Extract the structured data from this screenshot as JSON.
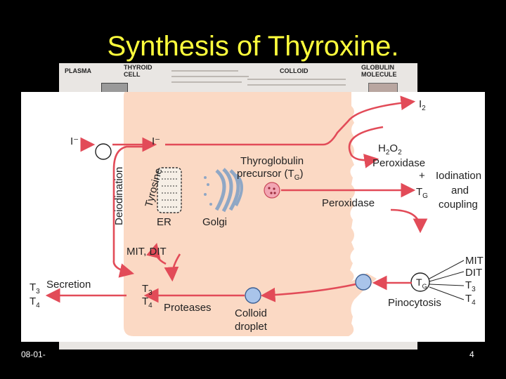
{
  "slide": {
    "title": "Synthesis of Thyroxine.",
    "footer_date": "08-01-",
    "page_number": "4"
  },
  "background_header": {
    "plasma": "PLASMA",
    "thyroid_cell": "THYROID CELL",
    "colloid": "COLLOID",
    "globulin_molecule": "GLOBULIN MOLECULE"
  },
  "diagram": {
    "iodide_left": "I⁻",
    "iodide_right": "I⁻",
    "deiodination": "Deiodination",
    "tyrosine": "Tyrosine",
    "er": "ER",
    "golgi": "Golgi",
    "tg_precursor_1": "Thyroglobulin",
    "tg_precursor_2": "precursor (T",
    "tg_precursor_sub": "G",
    "tg_precursor_end": ")",
    "i2": "I",
    "i2_sub": "2",
    "h2o2": "H",
    "h2o2_sub1": "2",
    "h2o2_mid": "O",
    "h2o2_sub2": "2",
    "peroxidase_top": "Peroxidase",
    "plus": "+",
    "iodination": "Iodination",
    "and": "and",
    "coupling": "coupling",
    "tg_colloid": "T",
    "tg_colloid_sub": "G",
    "peroxidase_mid": "Peroxidase",
    "mit_dit": "MIT, DIT",
    "secretion": "Secretion",
    "t3_out": "T",
    "t3_out_sub": "3",
    "t4_out": "T",
    "t4_out_sub": "4",
    "t3_in": "T",
    "t3_in_sub": "3",
    "t4_in": "T",
    "t4_in_sub": "4",
    "proteases": "Proteases",
    "colloid_droplet_1": "Colloid",
    "colloid_droplet_2": "droplet",
    "tg_globule": "T",
    "tg_globule_sub": "G",
    "pinocytosis": "Pinocytosis",
    "mit": "MIT",
    "dit": "DIT",
    "t3_list": "T",
    "t3_list_sub": "3",
    "t4_list": "T",
    "t4_list_sub": "4"
  },
  "colors": {
    "title": "#ffff3c",
    "cell_fill": "#fbd9c4",
    "arrow": "#e24b58",
    "droplet": "#a9c4ea"
  }
}
